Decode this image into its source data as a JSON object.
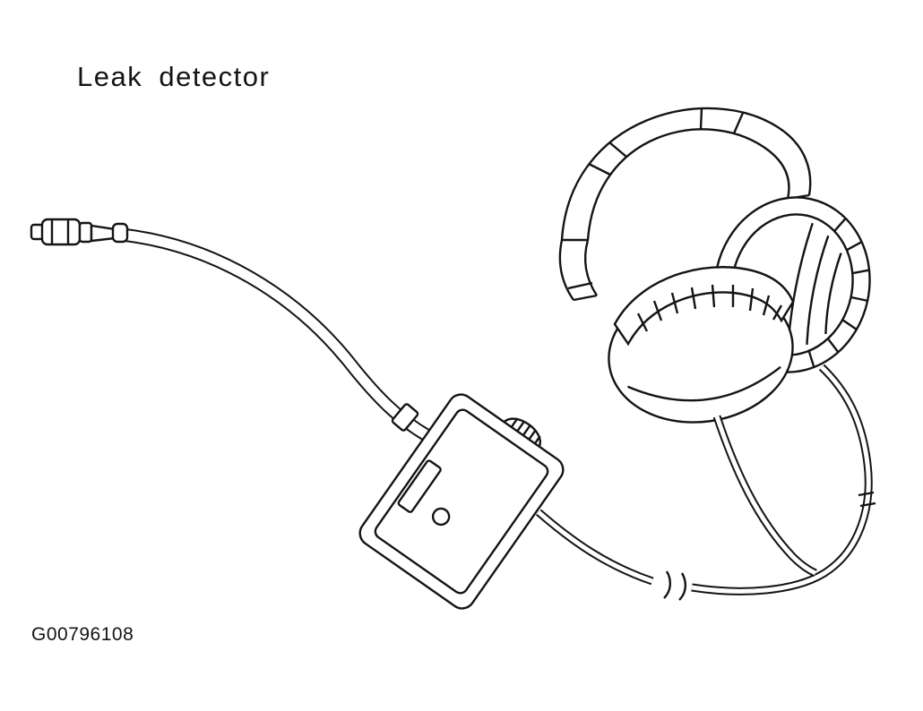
{
  "page": {
    "background": "#ffffff",
    "ink": "#141414"
  },
  "figure": {
    "title": "Leak detector",
    "code": "G00796108",
    "parts": [
      "probe-wand",
      "detector-unit",
      "headphones",
      "connecting-cable"
    ]
  }
}
